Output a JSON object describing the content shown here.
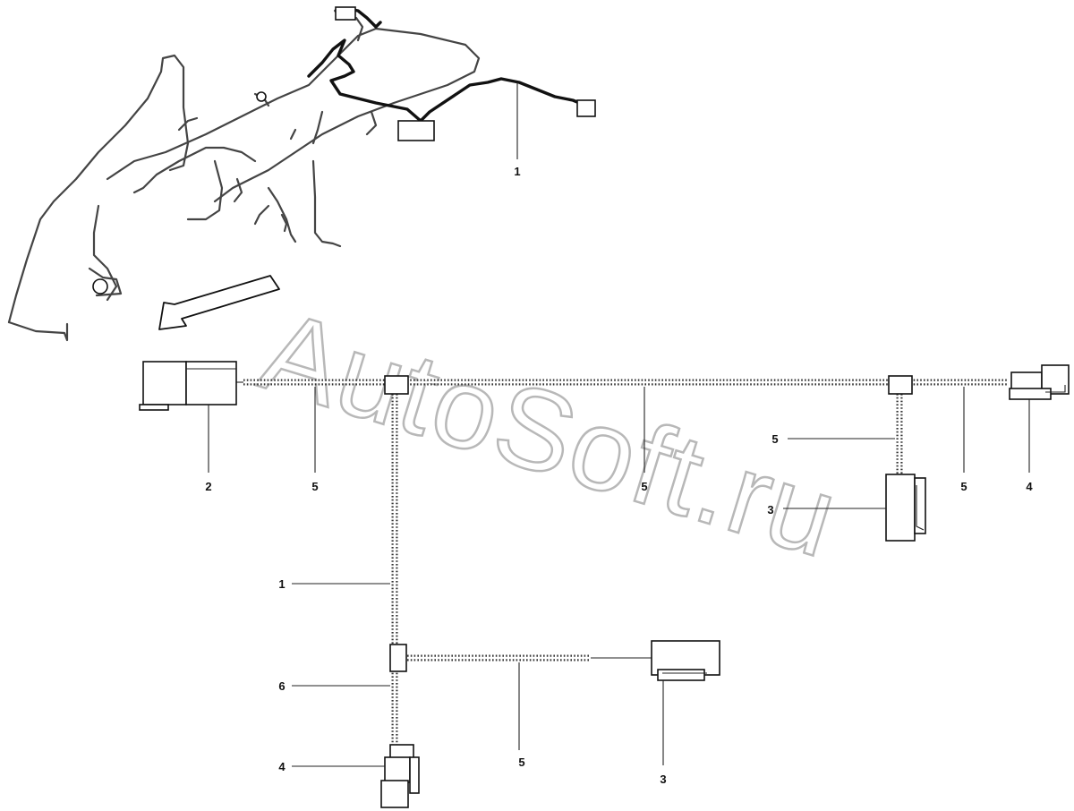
{
  "watermark": "AutoSoft.ru",
  "callouts": {
    "overview_harness": "1",
    "main_connector_left": "2",
    "tube_left": "5",
    "tube_mid": "5",
    "tube_branch_right": "5",
    "tube_right": "5",
    "connector_right_branch": "3",
    "connector_right_end": "4",
    "harness_vertical": "1",
    "junction_lower": "6",
    "tube_lower": "5",
    "connector_lower_right": "3",
    "connector_bottom": "4"
  }
}
